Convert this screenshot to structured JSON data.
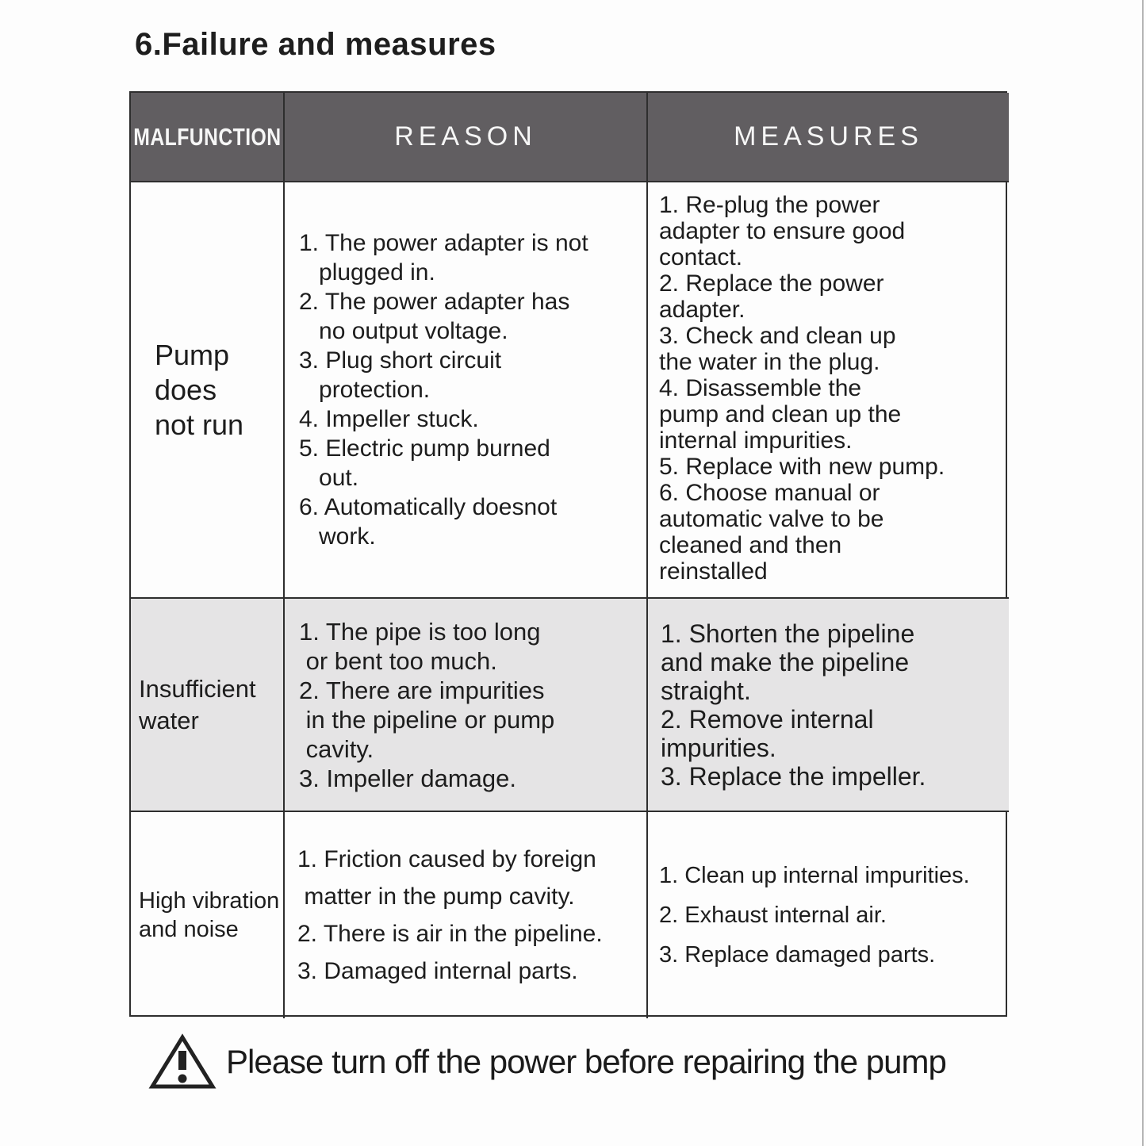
{
  "page": {
    "title": "6.Failure and measures",
    "footer_warning": "Please turn off the power before repairing the pump"
  },
  "icons": {
    "footer": "warning-triangle-icon"
  },
  "colors": {
    "header_bg": "#615e61",
    "alt_row_bg": "#e5e4e5",
    "border": "#2e2e2e",
    "text": "#1d1d1d"
  },
  "table": {
    "headers": {
      "malfunction": "MALFUNCTION",
      "reason": "REASON",
      "measures": "MEASURES"
    },
    "rows": [
      {
        "malfunction": "Pump\ndoes\nnot run",
        "reason": "1. The power adapter is not\n   plugged in.\n2. The power adapter has\n   no output voltage.\n3. Plug short circuit\n   protection.\n4. Impeller stuck.\n5. Electric pump burned\n   out.\n6. Automatically doesnot\n   work.",
        "measures": "1. Re-plug the power\nadapter to ensure good\ncontact.\n2. Replace the power\nadapter.\n3. Check and clean up\nthe water in the plug.\n4. Disassemble the\npump and clean up the\ninternal impurities.\n5. Replace with new pump.\n6. Choose manual or\nautomatic valve to be\ncleaned and then\nreinstalled"
      },
      {
        "malfunction": "Insufficient\nwater",
        "reason": "1. The pipe is too long\n or bent too much.\n2. There are impurities\n in the pipeline or pump\n cavity.\n3. Impeller damage.",
        "measures": "1. Shorten the pipeline\nand make the pipeline\nstraight.\n2. Remove internal\nimpurities.\n3. Replace the impeller."
      },
      {
        "malfunction": "High vibration\nand noise",
        "reason": "1. Friction caused by foreign\n matter in the pump cavity.\n2. There is air in the pipeline.\n3. Damaged internal parts.",
        "measures": "1. Clean up internal impurities.\n2. Exhaust internal air.\n3. Replace damaged parts."
      }
    ]
  }
}
